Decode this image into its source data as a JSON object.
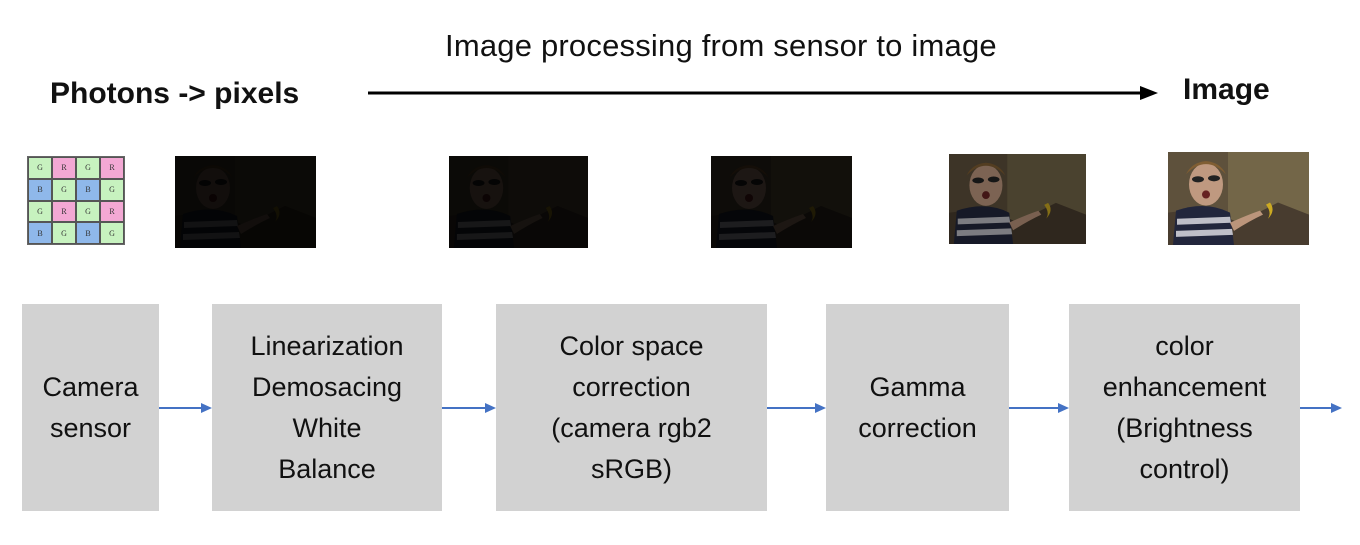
{
  "header": {
    "title": "Image processing from sensor to image",
    "left_label": "Photons  -> pixels",
    "right_label": "Image"
  },
  "bayer": {
    "cells": [
      "G",
      "R",
      "G",
      "R",
      "B",
      "G",
      "B",
      "G",
      "G",
      "R",
      "G",
      "R",
      "B",
      "G",
      "B",
      "G"
    ]
  },
  "thumbnails": [
    {
      "name": "raw-sensor-image",
      "brightness": 0.08
    },
    {
      "name": "linearized-image",
      "brightness": 0.1
    },
    {
      "name": "color-corrected-image",
      "brightness": 0.13
    },
    {
      "name": "gamma-corrected-image",
      "brightness": 0.55
    },
    {
      "name": "enhanced-image",
      "brightness": 0.85
    }
  ],
  "steps": [
    {
      "label": "Camera\nsensor"
    },
    {
      "label": "Linearization\nDemosacing\nWhite\nBalance"
    },
    {
      "label": "Color space\ncorrection\n(camera rgb2\nsRGB)"
    },
    {
      "label": "Gamma\ncorrection"
    },
    {
      "label": "color\nenhancement\n(Brightness\ncontrol)"
    }
  ],
  "colors": {
    "box_fill": "#d2d2d2",
    "flow_arrow": "#4472c4",
    "main_arrow": "#000000"
  }
}
